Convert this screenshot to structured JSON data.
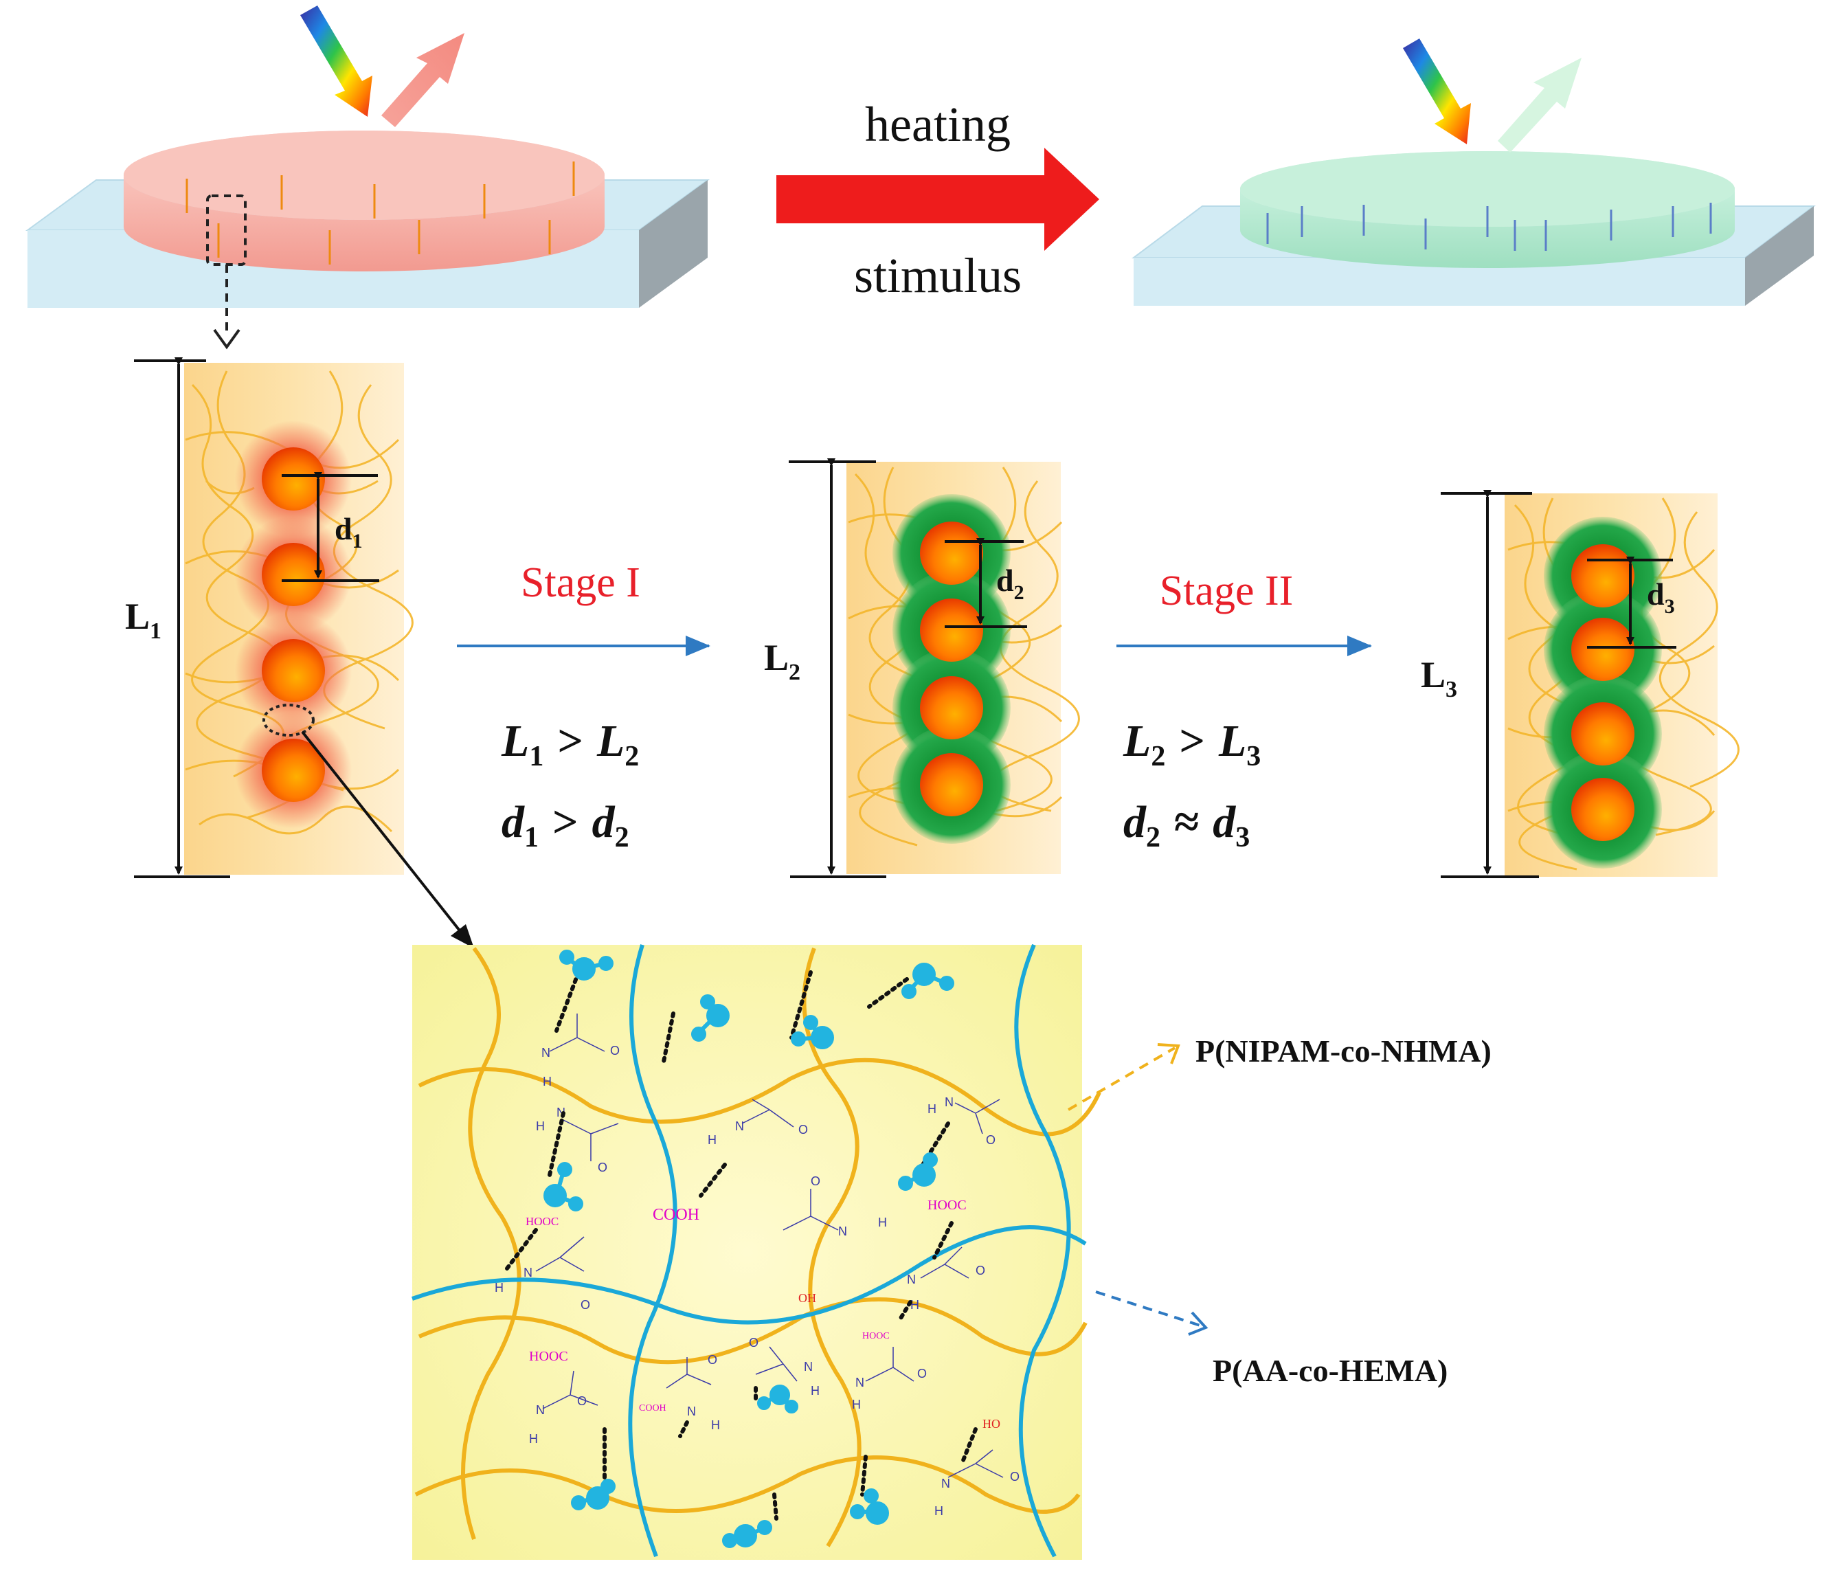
{
  "top": {
    "arrow_label_top": "heating",
    "arrow_label_bottom": "stimulus"
  },
  "columns": [
    {
      "length_label": "L",
      "length_sub": "1",
      "spacing_label": "d",
      "spacing_sub": "1"
    },
    {
      "length_label": "L",
      "length_sub": "2",
      "spacing_label": "d",
      "spacing_sub": "2"
    },
    {
      "length_label": "L",
      "length_sub": "3",
      "spacing_label": "d",
      "spacing_sub": "3"
    }
  ],
  "stages": [
    {
      "name": "Stage I",
      "rel1_a": "L",
      "rel1_a_sub": "1",
      "rel1_op": ">",
      "rel1_b": "L",
      "rel1_b_sub": "2",
      "rel2_a": "d",
      "rel2_a_sub": "1",
      "rel2_op": ">",
      "rel2_b": "d",
      "rel2_b_sub": "2"
    },
    {
      "name": "Stage II",
      "rel1_a": "L",
      "rel1_a_sub": "2",
      "rel1_op": ">",
      "rel1_b": "L",
      "rel1_b_sub": "3",
      "rel2_a": "d",
      "rel2_a_sub": "2",
      "rel2_op": "≈",
      "rel2_b": "d",
      "rel2_b_sub": "3"
    }
  ],
  "network": {
    "legend_yellow": "P(NIPAM-co-NHMA)",
    "legend_blue": "P(AA-co-HEMA)",
    "groups": [
      "HOOC",
      "COOH",
      "HOOC",
      "HOOC",
      "HOOC",
      "COOH",
      "OH",
      "HO"
    ],
    "atoms": [
      "N",
      "O",
      "H"
    ]
  },
  "colors": {
    "red_arrow": "#ee1c1c",
    "stage_text": "#e8202a",
    "stage_arrow": "#2f7ac2",
    "yellow_chain": "#f0b21c",
    "blue_chain": "#1aa8d8",
    "water": "#22b4e0",
    "film_red": "#f4a7a0",
    "film_green": "#a8e6c8",
    "substrate": "#cde8f2",
    "sphere_core": "#ff7a00",
    "green_shell": "#1d9a3c",
    "red_halo": "#f07a60",
    "cooh_text": "#e000c8",
    "oh_text": "#e02020",
    "amide_text": "#3a3aa8"
  }
}
